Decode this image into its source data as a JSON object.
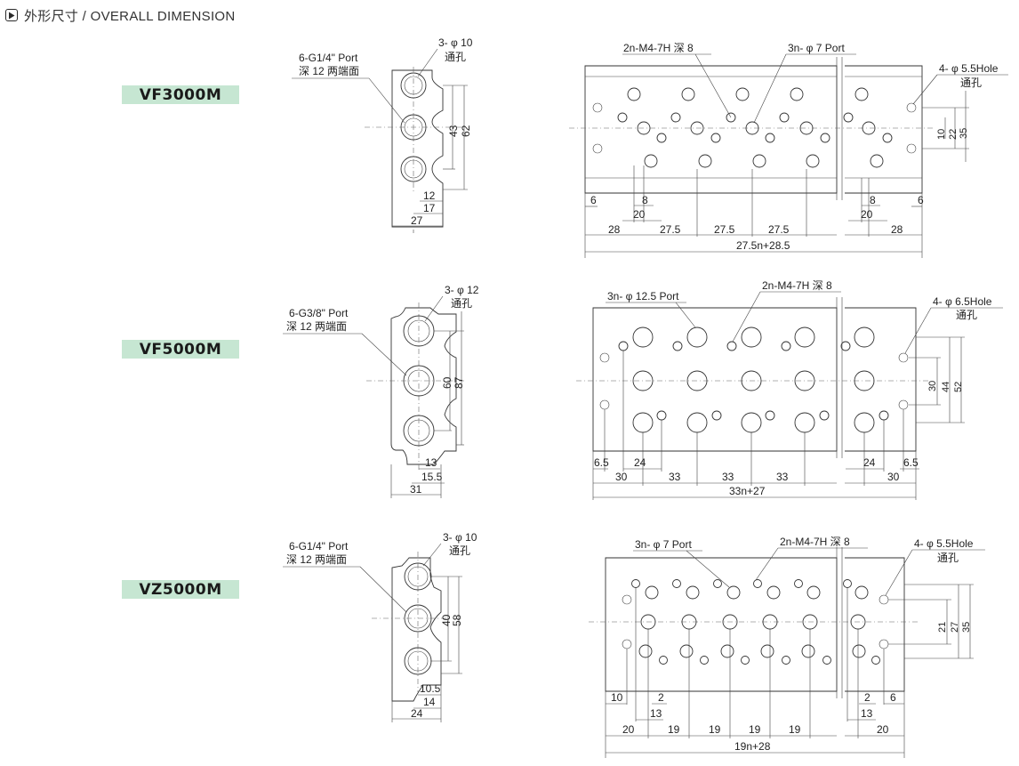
{
  "header": {
    "title": "外形尺寸 / OVERALL DIMENSION"
  },
  "colors": {
    "label_bg": "#c6e6d2",
    "line": "#333333"
  },
  "sections": [
    {
      "model": "VF3000M",
      "side": {
        "port_label_1": "6-G1/4\" Port",
        "port_label_2": "深 12 两端面",
        "hole_label_1": "3- φ 10",
        "hole_label_2": "通孔",
        "dims": [
          "43",
          "62",
          "12",
          "17",
          "27"
        ]
      },
      "plan": {
        "top_label_a": "2n-M4-7H 深 8",
        "top_label_b": "3n- φ 7  Port",
        "right_label_1": "4- φ 5.5Hole",
        "right_label_2": "通孔",
        "right_dims": [
          "10",
          "22",
          "35"
        ],
        "bottom_dims_1": [
          "6",
          "8",
          "20",
          "8",
          "20",
          "6"
        ],
        "bottom_dims_2": [
          "28",
          "27.5",
          "27.5",
          "27.5",
          "28"
        ],
        "total": "27.5n+28.5"
      }
    },
    {
      "model": "VF5000M",
      "side": {
        "port_label_1": "6-G3/8\" Port",
        "port_label_2": "深 12 两端面",
        "hole_label_1": "3- φ 12",
        "hole_label_2": "通孔",
        "dims": [
          "60",
          "87",
          "13",
          "15.5",
          "31"
        ]
      },
      "plan": {
        "top_label_a": "3n- φ 12.5 Port",
        "top_label_b": "2n-M4-7H 深 8",
        "right_label_1": "4- φ 6.5Hole",
        "right_label_2": "通孔",
        "right_dims": [
          "30",
          "44",
          "52"
        ],
        "bottom_dims_1": [
          "6.5",
          "24",
          "24",
          "6.5"
        ],
        "bottom_dims_2": [
          "30",
          "33",
          "33",
          "33",
          "30"
        ],
        "total": "33n+27"
      }
    },
    {
      "model": "VZ5000M",
      "side": {
        "port_label_1": "6-G1/4\" Port",
        "port_label_2": "深 12 两端面",
        "hole_label_1": "3- φ 10",
        "hole_label_2": "通孔",
        "dims": [
          "40",
          "58",
          "10.5",
          "14",
          "24"
        ]
      },
      "plan": {
        "top_label_a": "3n- φ 7  Port",
        "top_label_b": "2n-M4-7H  深 8",
        "right_label_1": "4- φ 5.5Hole",
        "right_label_2": "通孔",
        "right_dims": [
          "21",
          "27",
          "35"
        ],
        "bottom_dims_1": [
          "10",
          "2",
          "13",
          "2",
          "13",
          "6"
        ],
        "bottom_dims_2": [
          "20",
          "19",
          "19",
          "19",
          "19",
          "20"
        ],
        "total": "19n+28"
      }
    }
  ]
}
